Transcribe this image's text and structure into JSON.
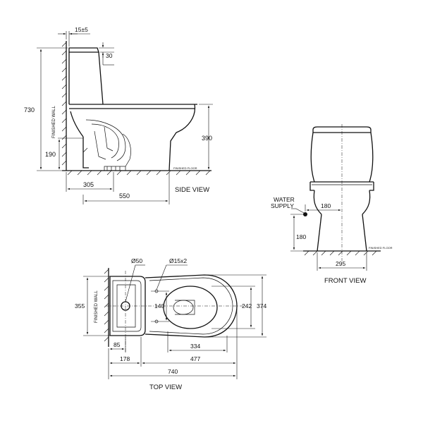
{
  "side_view": {
    "title": "SIDE VIEW",
    "wall_label": "FINISHED WALL",
    "floor_label": "FINISHED FLOOR",
    "dims": {
      "total_height": "730",
      "top_offset": "15±5",
      "lid_thickness": "30",
      "seat_height": "390",
      "outlet_height": "190",
      "outlet_distance": "305",
      "depth": "550"
    }
  },
  "front_view": {
    "title": "FRONT VIEW",
    "floor_label": "FINISHED FLOOR",
    "supply_label_line1": "WATER",
    "supply_label_line2": "SUPPLY",
    "dims": {
      "supply_offset": "180",
      "supply_height": "180",
      "base_width": "295"
    }
  },
  "top_view": {
    "title": "TOP VIEW",
    "wall_label": "FINISHED WALL",
    "dims": {
      "button_dia": "Ø50",
      "holes_dia": "Ø15x2",
      "tank_depth": "355",
      "hole_spacing": "140",
      "bowl_width": "242",
      "total_width": "374",
      "button_offset": "85",
      "tank_length": "178",
      "bowl_length": "334",
      "front_length": "477",
      "total_length": "740"
    }
  }
}
